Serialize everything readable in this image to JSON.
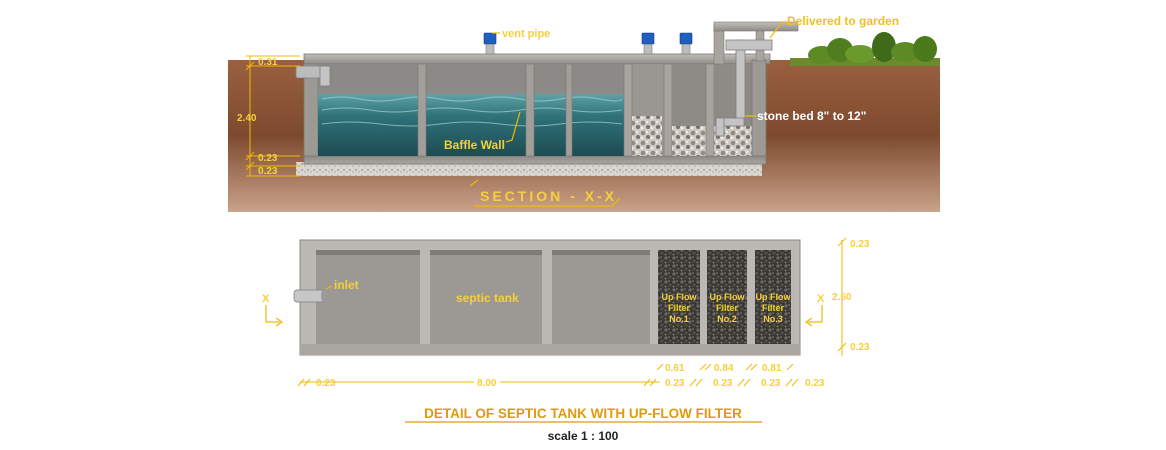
{
  "section": {
    "title": "SECTION - X-X",
    "labels": {
      "vent_pipe": "vent pipe",
      "delivered": "Delivered to garden",
      "baffle_wall": "Baffle Wall",
      "stone_bed": "stone bed 8\" to 12\""
    },
    "dims": {
      "top": "0.31",
      "height": "2.40",
      "base1": "0.23",
      "base2": "0.23"
    }
  },
  "plan": {
    "labels": {
      "inlet": "inlet",
      "septic_tank": "septic tank",
      "x_left": "X",
      "x_right": "X",
      "filters": [
        {
          "line1": "Up Flow",
          "line2": "Filter",
          "line3": "No.1"
        },
        {
          "line1": "Up Flow",
          "line2": "Filter",
          "line3": "No.2"
        },
        {
          "line1": "Up Flow",
          "line2": "Filter",
          "line3": "No.3"
        }
      ]
    },
    "dims": {
      "right_top": "0.23",
      "right_mid": "2.60",
      "right_bottom": "0.23",
      "filter_widths": [
        "0.61",
        "0.84",
        "0.81"
      ],
      "wall_left": "0.23",
      "length": "8.00",
      "walls_bottom": [
        "0.23",
        "0.23",
        "0.23",
        "0.23"
      ]
    }
  },
  "footer": {
    "title": "DETAIL OF SEPTIC TANK WITH UP-FLOW FILTER",
    "scale": "scale 1 : 100"
  },
  "colors": {
    "dimension": "#f2b705",
    "soil": "#8a5234",
    "concrete": "#a7a49f",
    "water": "#2e6f74",
    "vent_cap": "#1f5fc0",
    "title_text": "#f5d03a",
    "footer_text": "#e09a10"
  }
}
